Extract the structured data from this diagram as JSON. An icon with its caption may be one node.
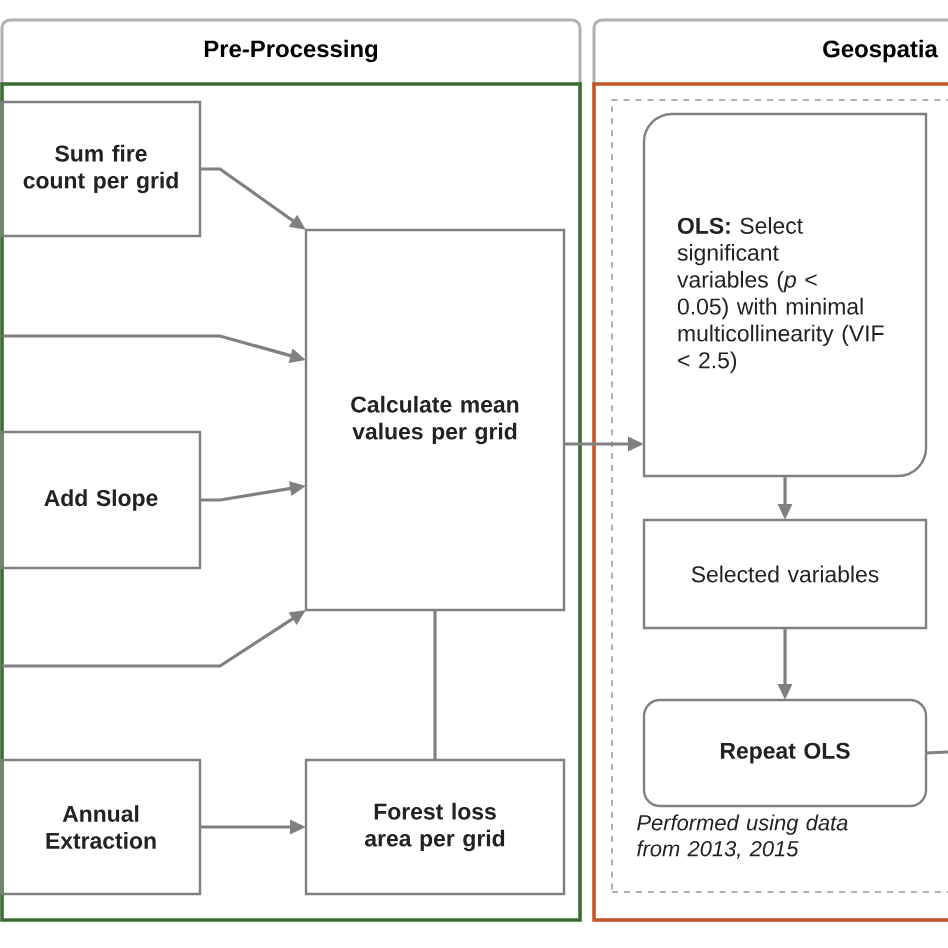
{
  "diagram": {
    "nodes": [
      {
        "text": [
          "Pre-Processing"
        ]
      },
      {
        "text": [
          "Sum fire count per grid"
        ],
        "in": 0
      },
      {
        "text": [
          "Calculate mean values per grid"
        ],
        "in": 0
      },
      {
        "text": [
          "Add Slope"
        ],
        "in": 0
      },
      {
        "text": [
          "Annual Extraction"
        ],
        "in": 0
      },
      {
        "text": [
          "Forest loss area per grid"
        ],
        "in": 0
      },
      {
        "text": [
          "Geospatia"
        ]
      },
      {
        "text": [
          "Performed using data from 2013, 2015"
        ],
        "in": 6
      },
      {
        "text": [
          "**OLS:** Select significant variables (*p* < 0.05) with minimal multicollinearity (VIF < 2.5)"
        ],
        "in": 7
      },
      {
        "text": [
          "Selected variables"
        ],
        "in": 7
      },
      {
        "text": [
          "Repeat OLS"
        ],
        "in": 7
      }
    ],
    "edges": [
      {
        "from": 1,
        "to": 2,
        "arrow": "to"
      },
      {
        "from": null,
        "to": 2,
        "arrow": "to"
      },
      {
        "from": 3,
        "to": 2,
        "arrow": "to"
      },
      {
        "from": null,
        "to": 2,
        "arrow": "to"
      },
      {
        "from": 4,
        "to": 5,
        "arrow": "to"
      },
      {
        "from": 5,
        "to": 2,
        "arrow": "none"
      },
      {
        "from": 2,
        "to": 8,
        "arrow": "to"
      },
      {
        "from": 8,
        "to": 9,
        "arrow": "to"
      },
      {
        "from": 9,
        "to": 10,
        "arrow": "to"
      },
      {
        "from": 10,
        "to": null,
        "arrow": "none"
      }
    ]
  }
}
